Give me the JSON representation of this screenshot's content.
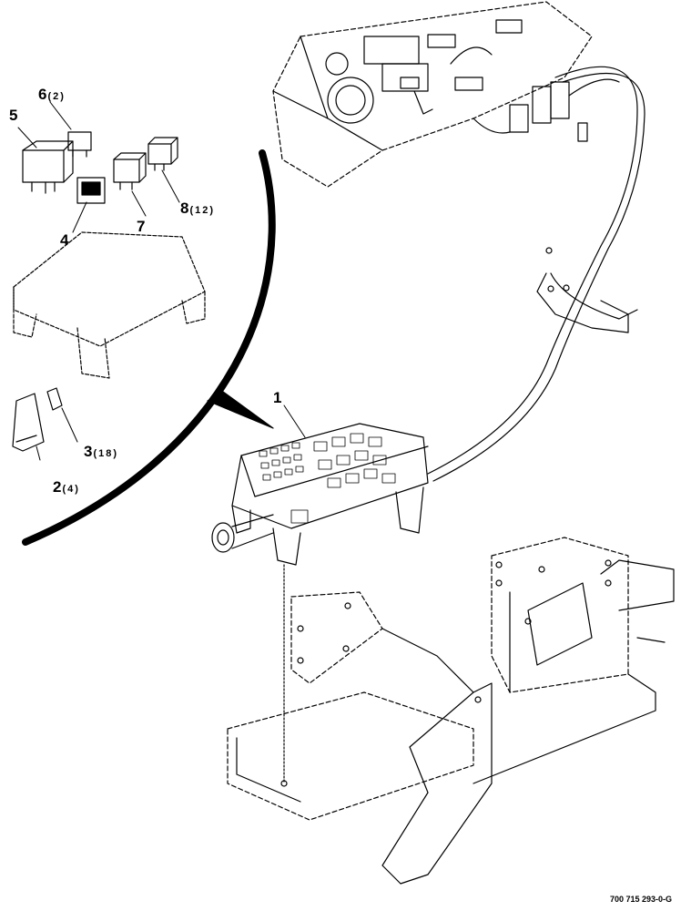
{
  "callouts": [
    {
      "id": "1",
      "num": "1",
      "qty": ""
    },
    {
      "id": "2",
      "num": "2",
      "qty": "(4)"
    },
    {
      "id": "3",
      "num": "3",
      "qty": "(18)"
    },
    {
      "id": "4",
      "num": "4",
      "qty": ""
    },
    {
      "id": "5",
      "num": "5",
      "qty": ""
    },
    {
      "id": "6",
      "num": "6",
      "qty": "(2)"
    },
    {
      "id": "7",
      "num": "7",
      "qty": ""
    },
    {
      "id": "8",
      "num": "8",
      "qty": "(12)"
    }
  ],
  "doc_ref": "700 715 293-0-G"
}
